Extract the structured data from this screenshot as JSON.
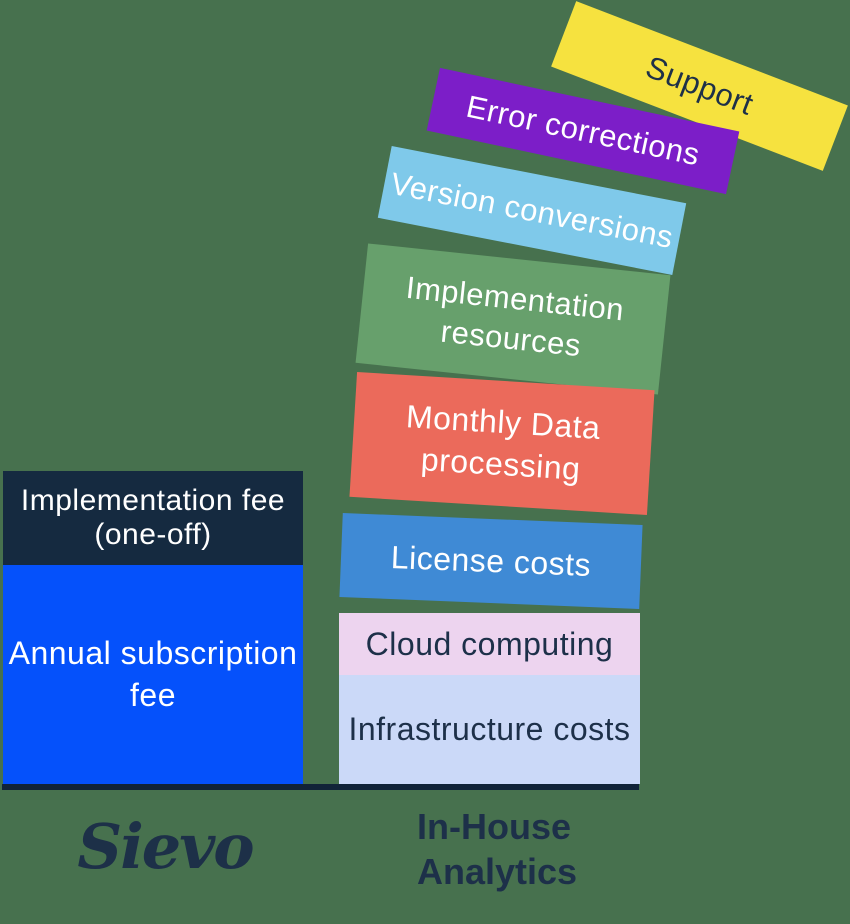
{
  "background_color": "#47714E",
  "baseline_color": "#112338",
  "left_stack": {
    "brand": "Sievo",
    "blocks": {
      "implementation_fee": {
        "lines": [
          "Implementation fee",
          "(one-off)"
        ],
        "color": "#152A40",
        "text_color": "#FFFFFF"
      },
      "annual_subscription": {
        "lines": [
          "Annual subscription",
          "fee"
        ],
        "color": "#0551FB",
        "text_color": "#FFFFFF"
      }
    }
  },
  "right_stack": {
    "brand_lines": [
      "In-House",
      "Analytics"
    ],
    "blocks": {
      "support": {
        "lines": [
          "Support"
        ],
        "color": "#F6E23F",
        "text_color": "#1E3048"
      },
      "error_corrections": {
        "lines": [
          "Error corrections"
        ],
        "color": "#7C1EC8",
        "text_color": "#FFFFFF"
      },
      "version_conversions": {
        "lines": [
          "Version conversions"
        ],
        "color": "#7FC9EA",
        "text_color": "#FFFFFF"
      },
      "implementation_resources": {
        "lines": [
          "Implementation",
          "resources"
        ],
        "color": "#67A06C",
        "text_color": "#FFFFFF"
      },
      "monthly_data_processing": {
        "lines": [
          "Monthly Data",
          "processing"
        ],
        "color": "#EB6A5B",
        "text_color": "#FFFFFF"
      },
      "license_costs": {
        "lines": [
          "License costs"
        ],
        "color": "#3F8AD5",
        "text_color": "#FFFFFF"
      },
      "cloud_computing": {
        "lines": [
          "Cloud computing"
        ],
        "color": "#EDD4EF",
        "text_color": "#1D3049"
      },
      "infrastructure_costs": {
        "lines": [
          "Infrastructure costs"
        ],
        "color": "#CBD9F8",
        "text_color": "#1D3049"
      }
    }
  }
}
